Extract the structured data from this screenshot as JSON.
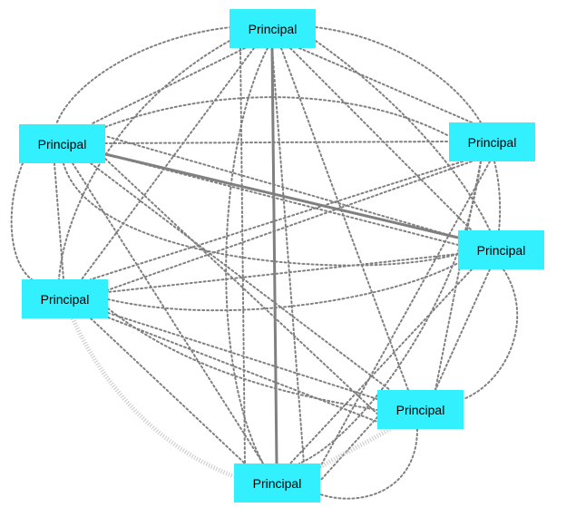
{
  "nodes": [
    {
      "id": "top",
      "label": "Principal"
    },
    {
      "id": "upper-left",
      "label": "Principal"
    },
    {
      "id": "upper-right",
      "label": "Principal"
    },
    {
      "id": "right",
      "label": "Principal"
    },
    {
      "id": "left",
      "label": "Principal"
    },
    {
      "id": "lower-right",
      "label": "Principal"
    },
    {
      "id": "bottom",
      "label": "Principal"
    }
  ],
  "edge_styles": {
    "solid": "#808080",
    "dotted": "#808080",
    "hatched": "#c8c8c8"
  },
  "node_color": "#33f0ff"
}
